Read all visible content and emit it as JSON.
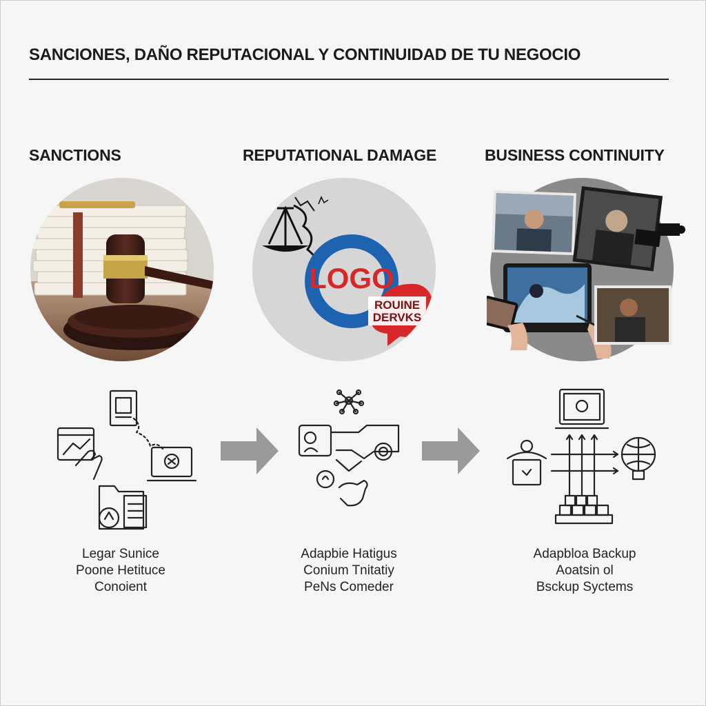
{
  "title": "SANCIONES, DAÑO REPUTACIONAL Y CONTINUIDAD DE TU NEGOCIO",
  "columns": [
    {
      "heading": "SANCTIONS",
      "photo": "gavel-and-documents",
      "icons": [
        "document-icon",
        "hand-tablet-icon",
        "laptop-icon",
        "folder-icon"
      ],
      "caption": [
        "Legar Sunice",
        "Poone Hetituce",
        "Conoient"
      ]
    },
    {
      "heading": "REPUTATIONAL DAMAGE",
      "photo": "scales-and-logo",
      "logo_text": "LOGO",
      "badge_lines": [
        "ROUINE",
        "DERVKS"
      ],
      "icons": [
        "network-icon",
        "face-icon",
        "broken-link-icon",
        "hand-icon"
      ],
      "caption": [
        "Adapbie Hatigus",
        "Conium Tnitatiy",
        "PeNs Comeder"
      ]
    },
    {
      "heading": "BUSINESS CONTINUITY",
      "photo": "media-screens-collage",
      "icons": [
        "laptop-icon",
        "person-bucket-icon",
        "globe-bulb-icon",
        "server-blocks-icon"
      ],
      "caption": [
        "Adapbloa Backup",
        "Aoatsin ol",
        "Bsckup Syctems"
      ]
    }
  ],
  "colors": {
    "background": "#f6f6f6",
    "text": "#1b1b1b",
    "arrow": "#9a9a9a",
    "logo_red": "#d62828",
    "logo_blue": "#1e63b0"
  }
}
